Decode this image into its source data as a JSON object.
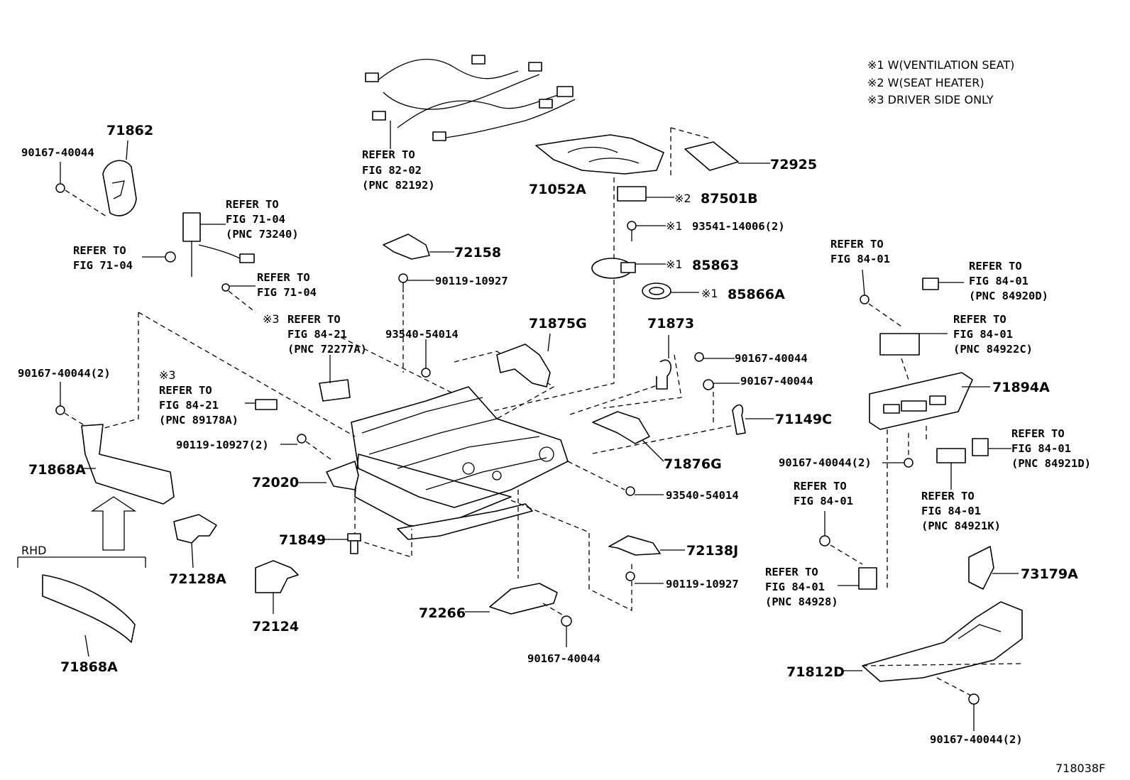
{
  "legend": [
    "※1  W(VENTILATION  SEAT)",
    "※2  W(SEAT  HEATER)",
    "※3  DRIVER SIDE ONLY"
  ],
  "figure_id": "718038F",
  "rhd_label": "RHD",
  "callouts": {
    "p71862": "71862",
    "p90167_a": "90167-40044",
    "ref_71_04_a": [
      "REFER TO",
      "FIG 71-04",
      "(PNC 73240)"
    ],
    "ref_71_04_b": [
      "REFER TO",
      "FIG 71-04"
    ],
    "ref_71_04_c": [
      "REFER TO",
      "FIG 71-04"
    ],
    "ref_82_02": [
      "REFER TO",
      "FIG 82-02",
      "(PNC 82192)"
    ],
    "p71052A": "71052A",
    "p72925": "72925",
    "p87501B": "87501B",
    "mark2": "※2",
    "p93541": "93541-14006(2)",
    "mark1_a": "※1",
    "p85863": "85863",
    "mark1_b": "※1",
    "p85866A": "85866A",
    "mark1_c": "※1",
    "p72158": "72158",
    "p90119_a": "90119-10927",
    "mark3_a": "※3",
    "ref_84_21_a": [
      "REFER TO",
      "FIG 84-21",
      "(PNC 72277A)"
    ],
    "p93540_a": "93540-54014",
    "p71875G": "71875G",
    "p71873": "71873",
    "p90167_b": "90167-40044",
    "p90167_c": "90167-40044",
    "p71149C": "71149C",
    "p90167_2a": "90167-40044(2)",
    "mark3_b": "※3",
    "ref_84_21_b": [
      "REFER TO",
      "FIG 84-21",
      "(PNC 89178A)"
    ],
    "p90119_2": "90119-10927(2)",
    "p71868A_a": "71868A",
    "p72020": "72020",
    "p71876G": "71876G",
    "p93540_b": "93540-54014",
    "p71849": "71849",
    "p72138J": "72138J",
    "p90119_b": "90119-10927",
    "p72128A": "72128A",
    "p72124": "72124",
    "p72266": "72266",
    "p90167_d": "90167-40044",
    "p71868A_b": "71868A",
    "ref_84_01_a": [
      "REFER TO",
      "FIG 84-01"
    ],
    "ref_84_01_b": [
      "REFER TO",
      "FIG 84-01",
      "(PNC 84920D)"
    ],
    "ref_84_01_c": [
      "REFER TO",
      "FIG 84-01",
      "(PNC 84922C)"
    ],
    "p71894A": "71894A",
    "ref_84_01_d": [
      "REFER TO",
      "FIG 84-01",
      "(PNC 84921D)"
    ],
    "p90167_2b": "90167-40044(2)",
    "ref_84_01_e": [
      "REFER TO",
      "FIG 84-01"
    ],
    "ref_84_01_f": [
      "REFER TO",
      "FIG 84-01",
      "(PNC 84921K)"
    ],
    "ref_84_01_g": [
      "REFER TO",
      "FIG 84-01",
      "(PNC 84928)"
    ],
    "p73179A": "73179A",
    "p71812D": "71812D",
    "p90167_2c": "90167-40044(2)"
  }
}
